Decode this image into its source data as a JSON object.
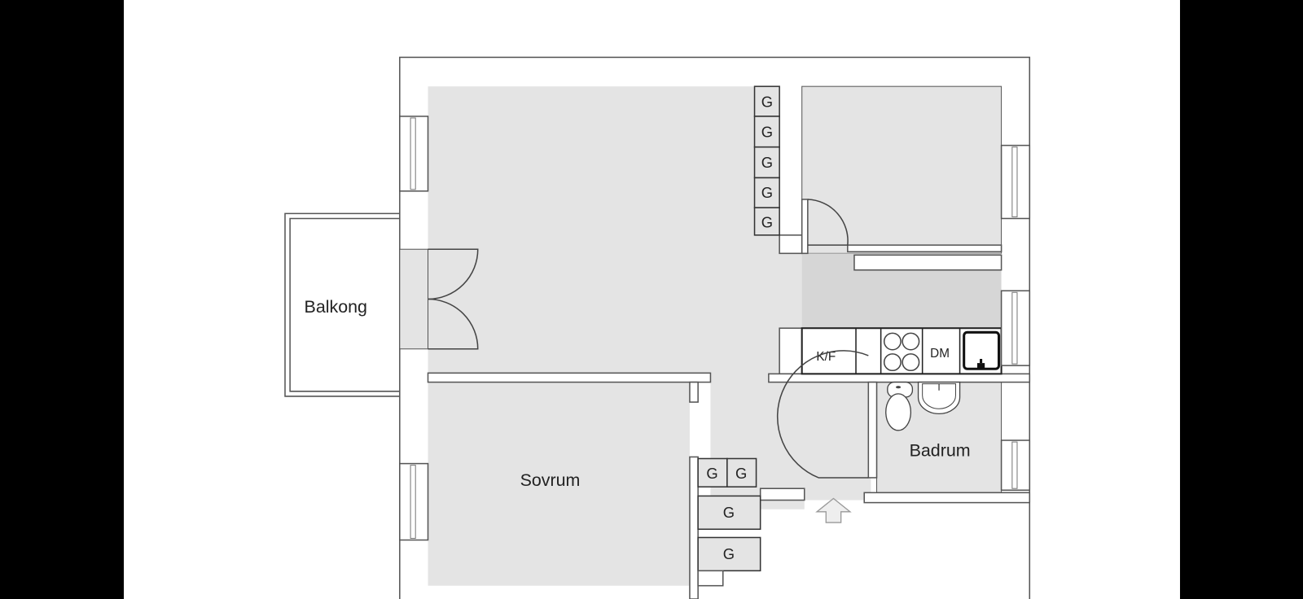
{
  "rooms": {
    "balcony": "Balkong",
    "bedroom": "Sovrum",
    "bathroom": "Badrum"
  },
  "kitchen": {
    "fridge_freezer": "K/F",
    "dishwasher": "DM"
  },
  "closet_label": "G",
  "colors": {
    "floor": "#e4e4e4",
    "kitchen_floor": "#d6d6d6",
    "wall": "#ffffff",
    "background": "#000000"
  }
}
